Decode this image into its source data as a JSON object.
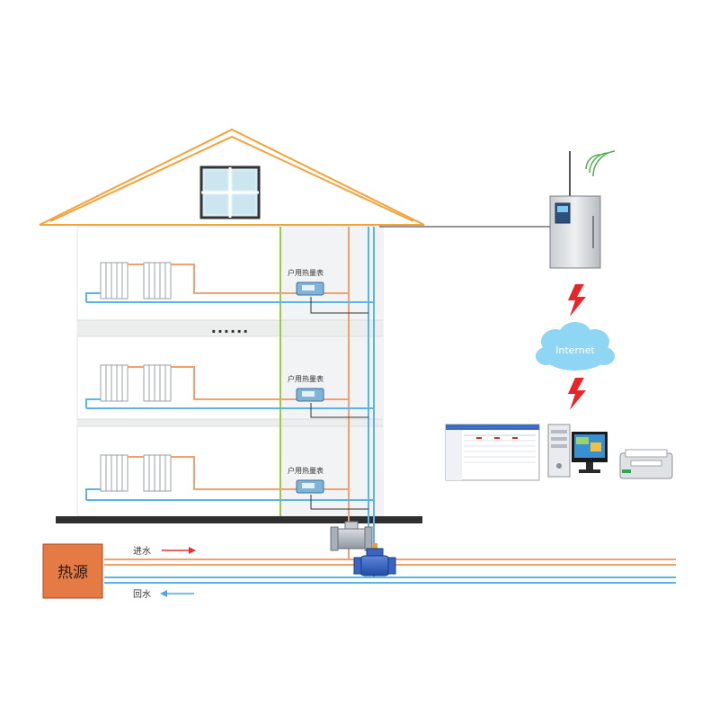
{
  "labels": {
    "meter_1": "户用热量表",
    "meter_2": "户用热量表",
    "meter_3": "户用热量表",
    "internet": "Internet",
    "heat_source": "热源",
    "supply": "进水",
    "return": "回水",
    "ellipsis": "......"
  },
  "colors": {
    "supply_pipe": "#f2a070",
    "return_pipe": "#5ab4e6",
    "roof": "#f4a23a",
    "heat_source_box": "#e57a45",
    "supply_arrow": "#e53030",
    "return_arrow": "#4aa8e0",
    "lightning": "#e8262a",
    "cloud": "#8fd6f5",
    "riser_green": "#9ccc3c"
  }
}
